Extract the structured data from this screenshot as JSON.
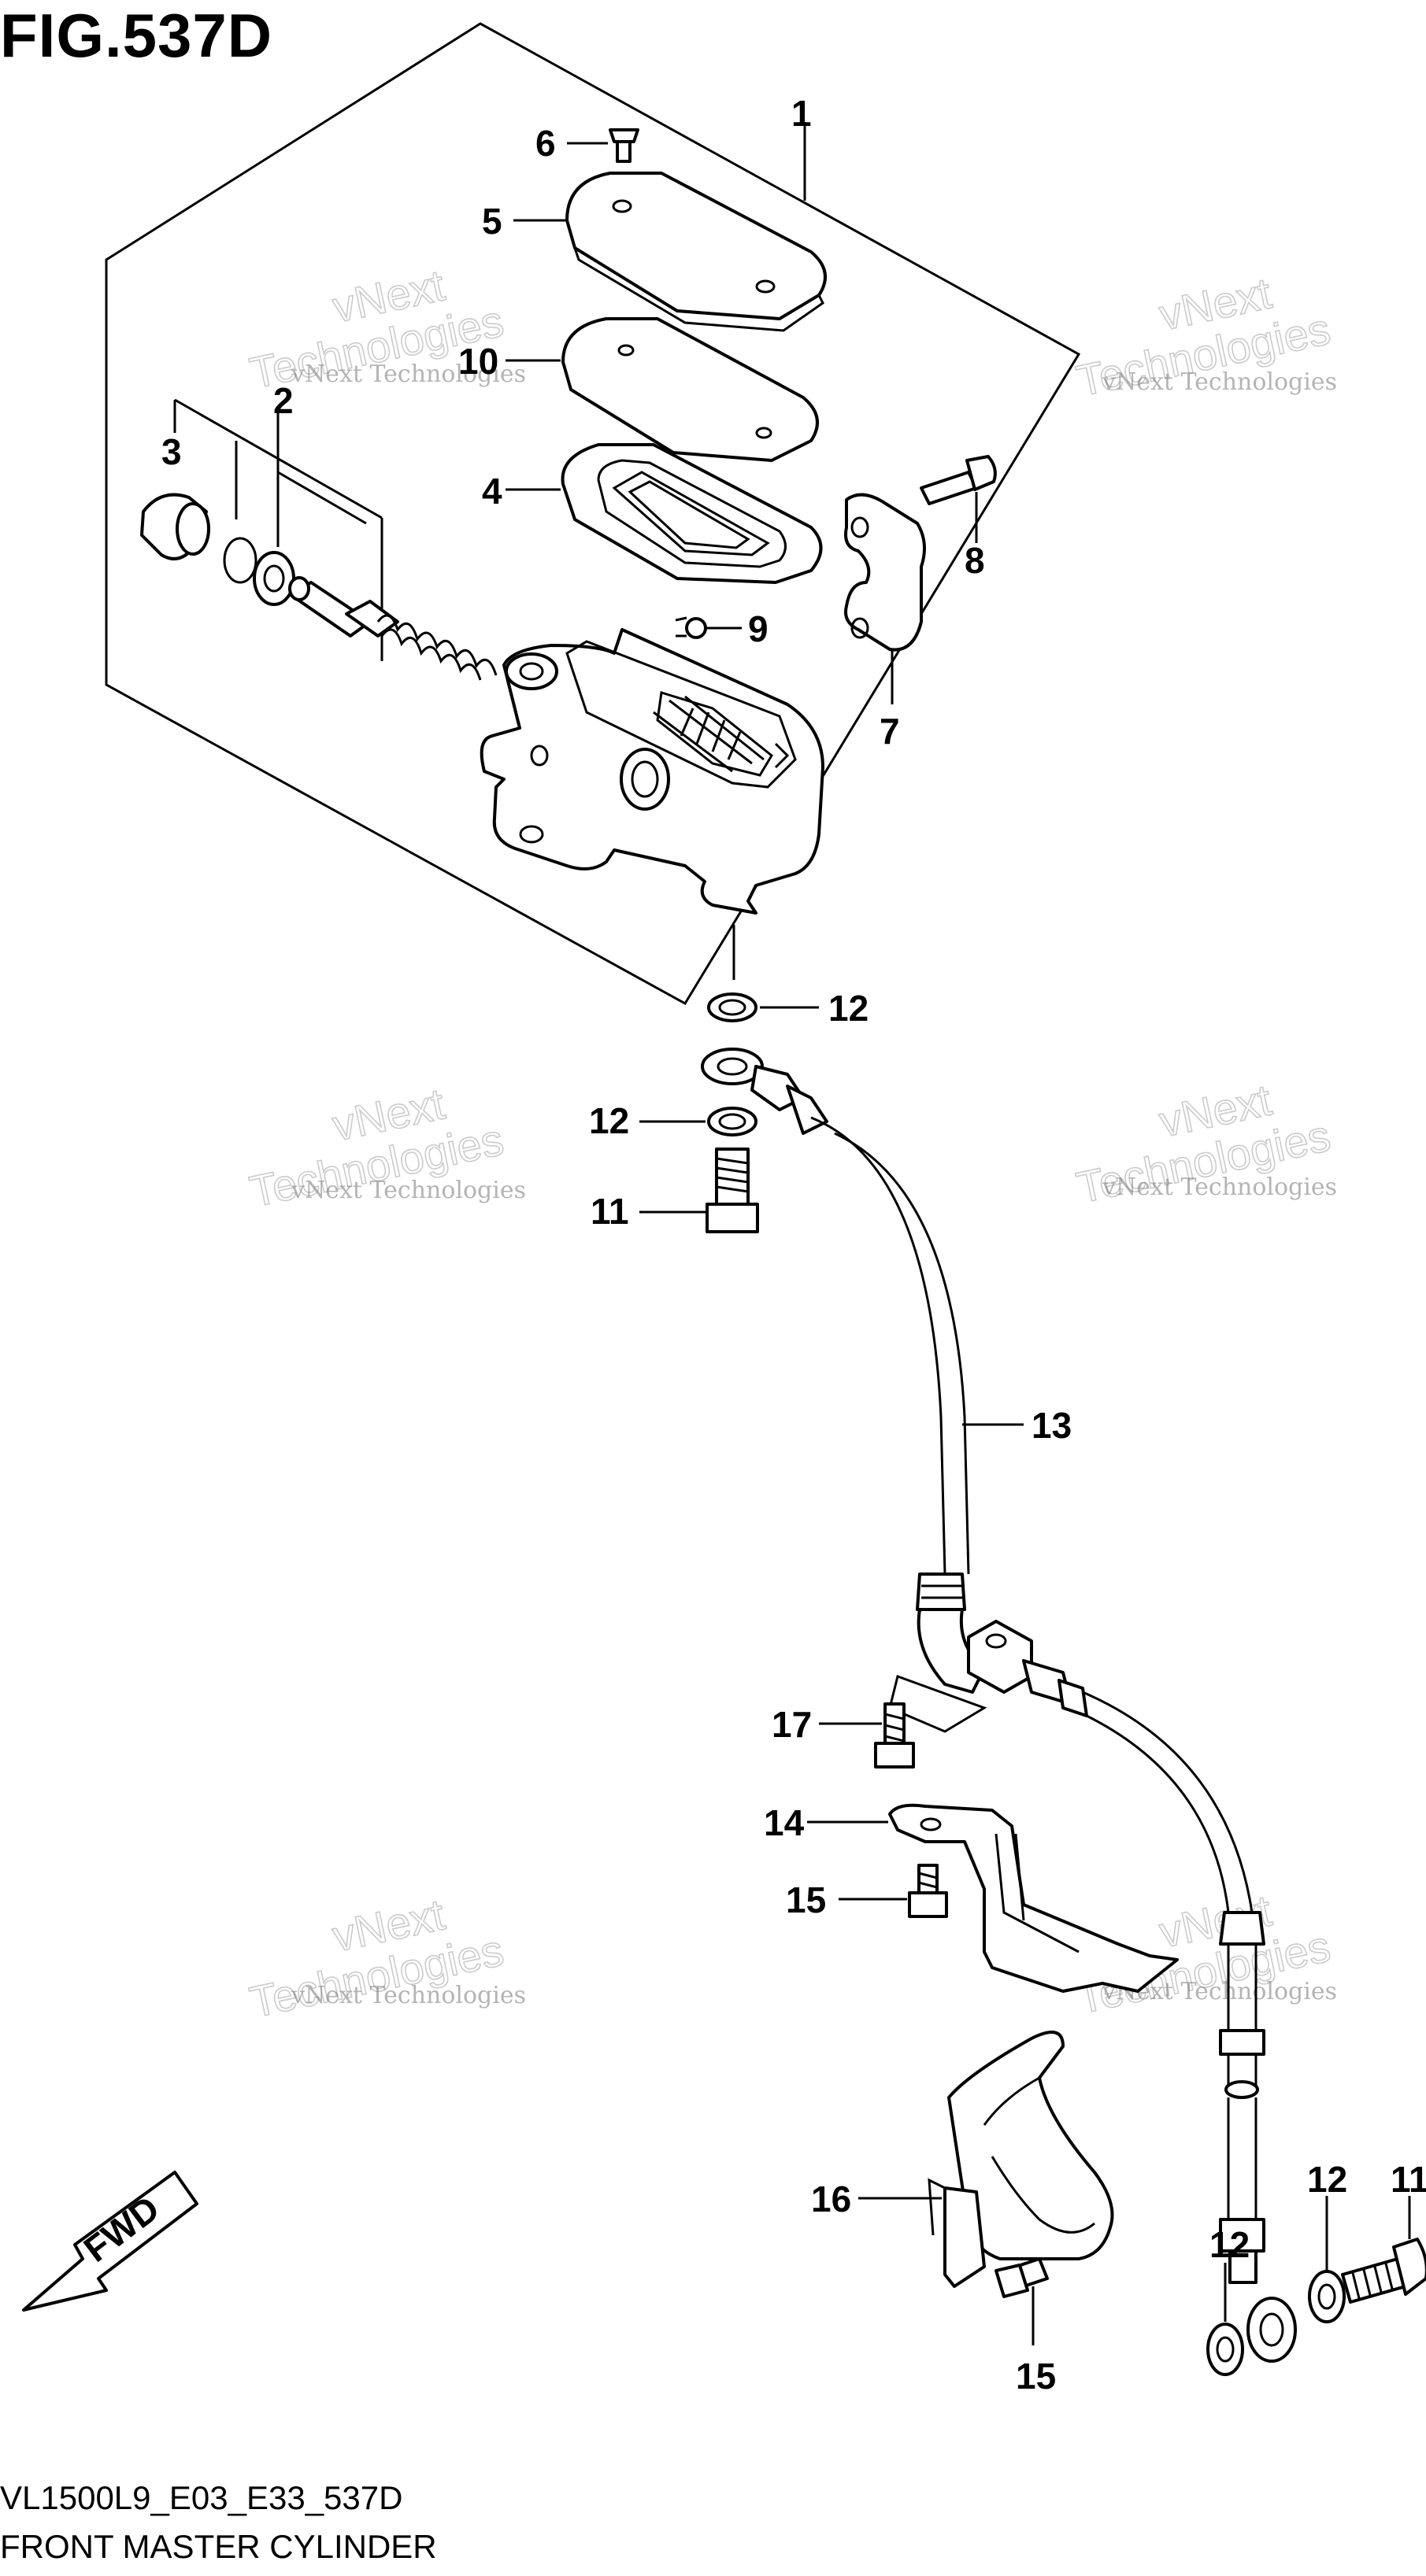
{
  "figure": {
    "title": "FIG.537D",
    "code": "VL1500L9_E03_E33_537D",
    "name": "FRONT MASTER CYLINDER"
  },
  "callouts": [
    "1",
    "2",
    "3",
    "4",
    "5",
    "6",
    "7",
    "8",
    "9",
    "10",
    "11",
    "12",
    "13",
    "14",
    "15",
    "16",
    "17"
  ],
  "callout_extra": {
    "label_11b": "11",
    "label_12b": "12",
    "label_12c": "12",
    "label_12d": "12",
    "label_15b": "15"
  },
  "watermark": {
    "line1": "vNext Technologies",
    "outline_top": "vNext",
    "outline_bottom": "Technologies"
  },
  "direction_arrow": {
    "label": "FWD"
  },
  "colors": {
    "line": "#000000",
    "background": "#ffffff",
    "watermark": "#999999"
  }
}
